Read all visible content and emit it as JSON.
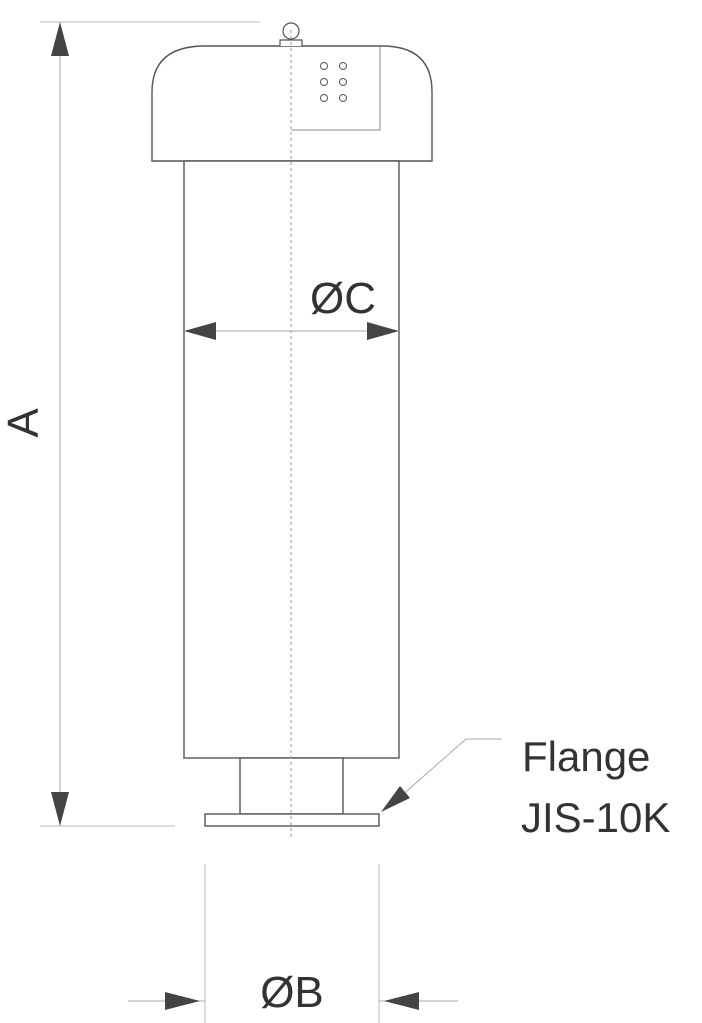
{
  "labels": {
    "dim_a": "A",
    "dim_c": "ØC",
    "dim_b": "ØB",
    "flange_line1": "Flange",
    "flange_line2": "JIS-10K"
  },
  "colors": {
    "outline": "#555555",
    "dimension_line": "#aaaaaa",
    "arrow": "#444444",
    "text": "#333333",
    "background": "#ffffff"
  }
}
